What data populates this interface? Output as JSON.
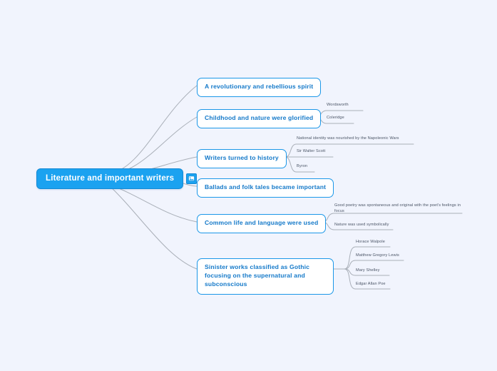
{
  "colors": {
    "background": "#f1f4fd",
    "root_fill": "#1ba2f0",
    "root_text": "#ffffff",
    "branch_border": "#1b97e8",
    "branch_text": "#1479c9",
    "leaf_text": "#4b5566",
    "edge": "#a9afb8"
  },
  "mindmap": {
    "root": {
      "label": "Literature and important writers",
      "icon": "image-attachment-icon"
    },
    "branches": [
      {
        "label": "A revolutionary and rebellious spirit",
        "children": []
      },
      {
        "label": "Childhood and nature were glorified",
        "children": [
          {
            "label": "Wordsworth"
          },
          {
            "label": "Coleridge"
          }
        ]
      },
      {
        "label": "Writers turned to history",
        "children": [
          {
            "label": "National identity was nourished by the Napoleonic Wars"
          },
          {
            "label": "Sir Walter Scott"
          },
          {
            "label": "Byron"
          }
        ]
      },
      {
        "label": "Ballads and folk tales became important",
        "children": []
      },
      {
        "label": "Common life and language were used",
        "children": [
          {
            "label": "Good poetry was spontaneous and original with the poet's feelings in focus"
          },
          {
            "label": "Nature was used symbolically"
          }
        ]
      },
      {
        "label": "Sinister works classified as Gothic focusing on the supernatural and subconscious",
        "children": [
          {
            "label": "Horace Walpole"
          },
          {
            "label": "Matthew Gregory Lewis"
          },
          {
            "label": "Mary Shelley"
          },
          {
            "label": "Edgar Allan Poe"
          }
        ]
      }
    ]
  }
}
